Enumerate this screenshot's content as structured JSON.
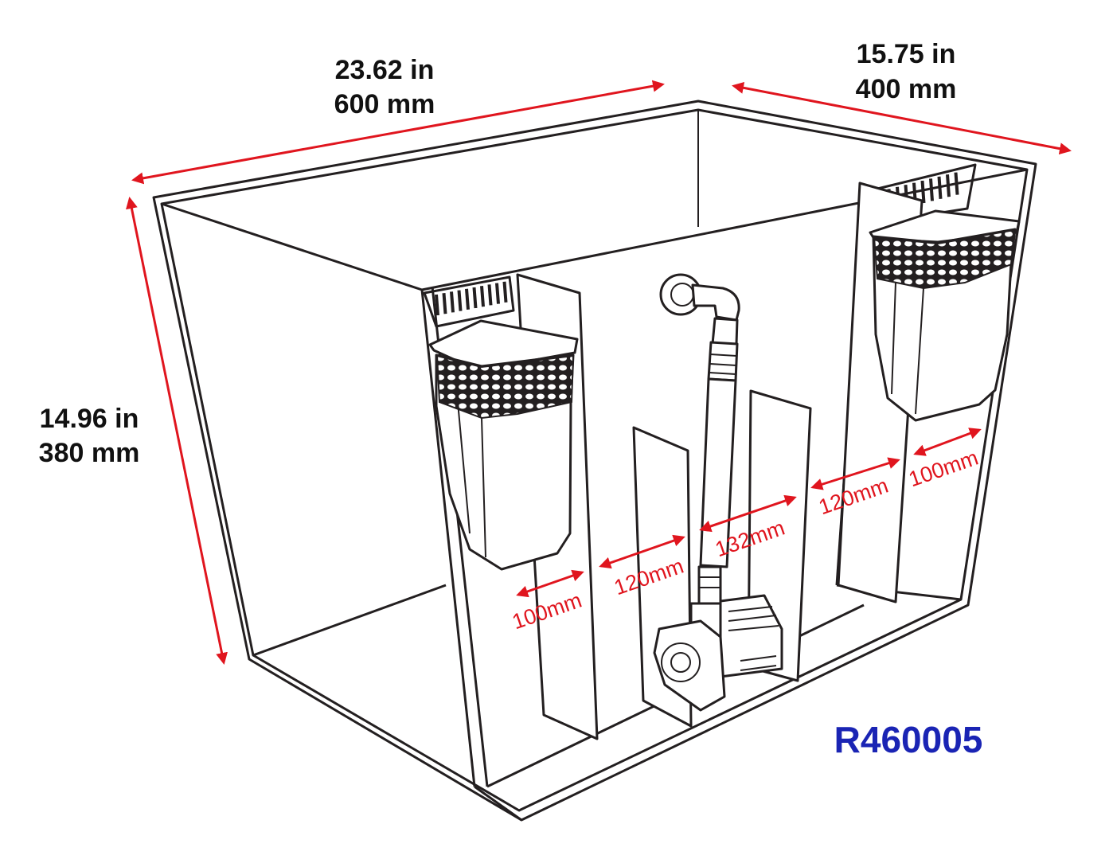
{
  "dimensions": {
    "width": {
      "inches": "23.62 in",
      "mm": "600 mm"
    },
    "depth": {
      "inches": "15.75 in",
      "mm": "400 mm"
    },
    "height": {
      "inches": "14.96 in",
      "mm": "380 mm"
    }
  },
  "chambers": [
    {
      "label": "100mm"
    },
    {
      "label": "120mm"
    },
    {
      "label": "132mm"
    },
    {
      "label": "120mm"
    },
    {
      "label": "100mm"
    }
  ],
  "model_code": "R460005",
  "colors": {
    "dimension": "#e0151e",
    "model_code": "#1a24b4",
    "outline": "#231f20"
  }
}
